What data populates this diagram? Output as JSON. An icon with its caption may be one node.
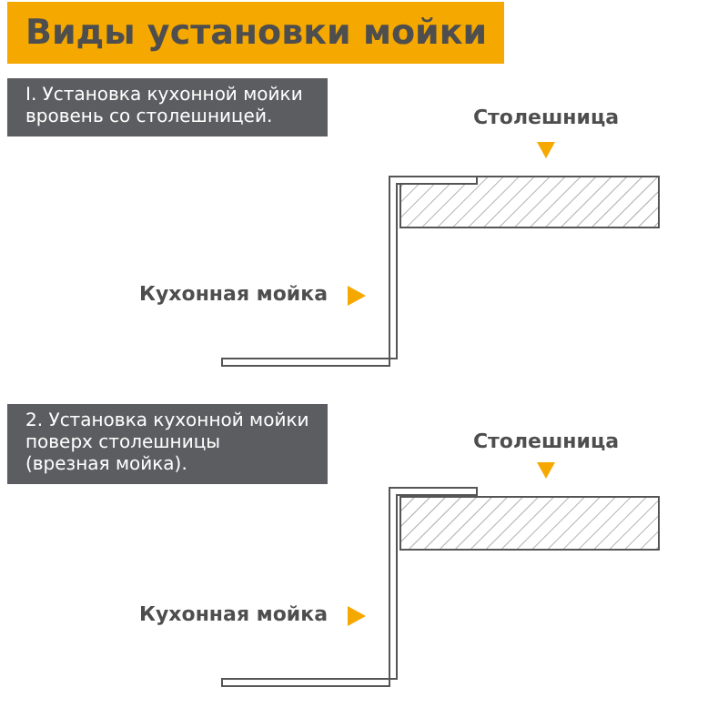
{
  "diagram": {
    "title": "Виды установки мойки",
    "labels": [
      "I. Установка кухонной мойки вровень со столешницей.",
      "Столешница",
      "Кухонная мойка",
      "2. Установка кухонной мойки поверх столешницы (врезная мойка).",
      "Столешница",
      "Кухонная мойка"
    ]
  }
}
